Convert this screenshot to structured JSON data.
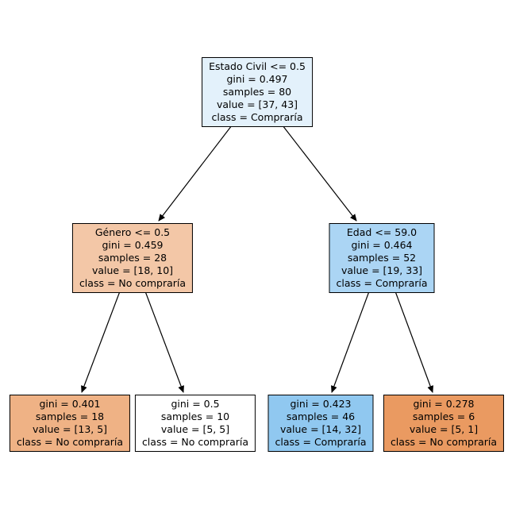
{
  "figure": {
    "background": "#ffffff",
    "type": "decision-tree-plot"
  },
  "palette": {
    "class_compraria_base": "#399de5",
    "class_no_compraria_base": "#e58139",
    "edge_color": "#000000",
    "node_border": "#000000",
    "text_color": "#000000"
  },
  "tree": {
    "nodes": [
      {
        "id": "root",
        "condition": "Estado Civil <= 0.5",
        "gini": "gini = 0.497",
        "samples": "samples = 80",
        "value": "value = [37, 43]",
        "class_label": "class = Compraría",
        "fill": "#e3f1fb"
      },
      {
        "id": "left-child",
        "condition": "Género <= 0.5",
        "gini": "gini = 0.459",
        "samples": "samples = 28",
        "value": "value = [18, 10]",
        "class_label": "class = No compraría",
        "fill": "#f3c7a7"
      },
      {
        "id": "right-child",
        "condition": "Edad <= 59.0",
        "gini": "gini = 0.464",
        "samples": "samples = 52",
        "value": "value = [19, 33]",
        "class_label": "class = Compraría",
        "fill": "#abd5f4"
      },
      {
        "id": "leaf-1",
        "gini": "gini = 0.401",
        "samples": "samples = 18",
        "value": "value = [13, 5]",
        "class_label": "class = No compraría",
        "fill": "#efb285"
      },
      {
        "id": "leaf-2",
        "gini": "gini = 0.5",
        "samples": "samples = 10",
        "value": "value = [5, 5]",
        "class_label": "class = No compraría",
        "fill": "#ffffff"
      },
      {
        "id": "leaf-3",
        "gini": "gini = 0.423",
        "samples": "samples = 46",
        "value": "value = [14, 32]",
        "class_label": "class = Compraría",
        "fill": "#90c8f0"
      },
      {
        "id": "leaf-4",
        "gini": "gini = 0.278",
        "samples": "samples = 6",
        "value": "value = [5, 1]",
        "class_label": "class = No compraría",
        "fill": "#ea9a61"
      }
    ]
  }
}
